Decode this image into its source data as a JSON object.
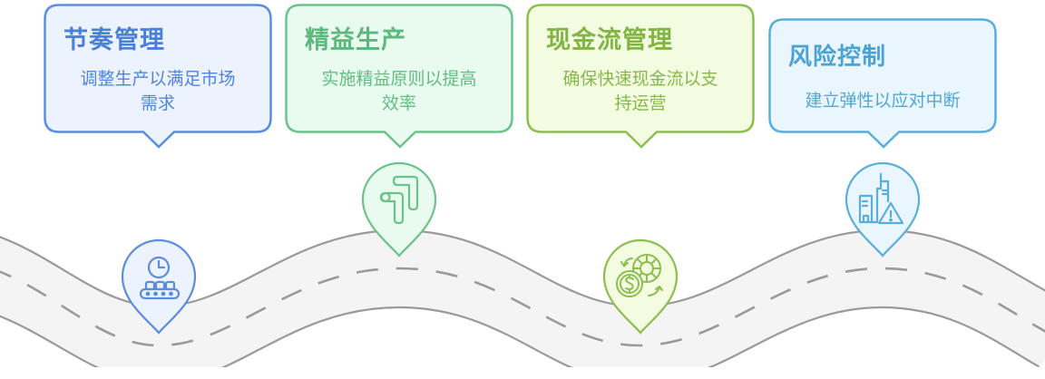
{
  "diagram": {
    "type": "roadmap-with-milestones",
    "road": {
      "fill": "#f4f4f4",
      "edge_color": "#9a9a9a",
      "dash_color": "#9a9a9a"
    },
    "milestones": [
      {
        "title": "节奏管理",
        "description": "调整生产以满足市场需求",
        "desc_line1": "调整生产以满足市场",
        "desc_line2": "需求",
        "icon": "clock-conveyor-icon",
        "stroke": "#5b8ddf",
        "fill": "#edf3fe",
        "text_color": "#4f85dc",
        "title_color": "#4a80d9"
      },
      {
        "title": "精益生产",
        "description": "实施精益原则以提高效率",
        "desc_line1": "实施精益原则以提高",
        "desc_line2": "效率",
        "icon": "lean-arrows-icon",
        "stroke": "#6cc38a",
        "fill": "#e9faef",
        "text_color": "#62bd82",
        "title_color": "#5cb87c"
      },
      {
        "title": "现金流管理",
        "description": "确保快速现金流以支持运营",
        "desc_line1": "确保快速现金流以支",
        "desc_line2": "持运营",
        "icon": "cash-flow-coins-icon",
        "stroke": "#8dbf4f",
        "fill": "#f3fbe1",
        "text_color": "#86b94a",
        "title_color": "#82b544"
      },
      {
        "title": "风险控制",
        "description": "建立弹性以应对中断",
        "desc_line1": "建立弹性以应对中断",
        "desc_line2": "",
        "icon": "building-warning-icon",
        "stroke": "#5aaedb",
        "fill": "#e9f6fd",
        "text_color": "#52a7d7",
        "title_color": "#4ba2d4"
      }
    ]
  }
}
